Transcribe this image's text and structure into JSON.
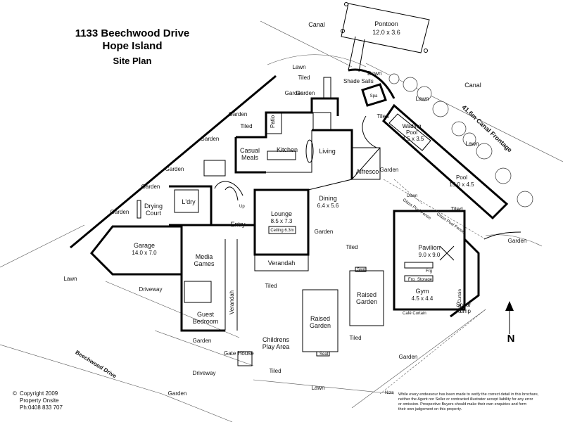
{
  "title": {
    "address": "1133 Beechwood Drive",
    "suburb": "Hope Island",
    "plan_name": "Site Plan"
  },
  "rooms": {
    "pontoon": "Pontoon",
    "pontoon_dim": "12.0 x 3.6",
    "spa": "Spa",
    "shade_sails": "Shade Sails",
    "down_top": "Down",
    "patio": "Patio",
    "casual_meals_1": "Casual",
    "casual_meals_2": "Meals",
    "kitchen": "Kitchen",
    "living": "Living",
    "alfresco": "Alfresco",
    "wading_pool": "Wading",
    "wading_pool_2": "Pool",
    "wading_pool_dim": "4.5 x 3.5",
    "pool": "Pool",
    "pool_dim": "15.0 x 4.5",
    "laundry": "L'dry",
    "drying_court_1": "Drying",
    "drying_court_2": "Court",
    "up": "Up",
    "lounge": "Lounge",
    "lounge_dim": "8.5 x 7.3",
    "ceiling": "Ceiling 6.3m",
    "dining": "Dining",
    "dining_dim": "6.4 x 5.6",
    "entry": "Entry",
    "garage": "Garage",
    "garage_dim": "14.0 x 7.0",
    "media_1": "Media",
    "media_2": "Games",
    "verandah_side": "Verandah",
    "verandah": "Verandah",
    "guest_1": "Guest",
    "guest_2": "Bedroom",
    "pavilion": "Pavilion",
    "pavilion_dim": "9.0 x 9.0",
    "frg": "Frg",
    "storage": "Storage",
    "frg2": "Frg",
    "gym": "Gym",
    "gym_dim": "4.5 x 4.4",
    "cafe_curtain_v": "Café Curtain",
    "cafe_curtain_h": "Café Curtain",
    "spear_pump_1": "Spear",
    "spear_pump_2": "Pump",
    "raised_garden_1a": "Raised",
    "raised_garden_1b": "Garden",
    "raised_garden_2a": "Raised",
    "raised_garden_2b": "Garden",
    "seat_1": "Seat",
    "seat_2": "Seat",
    "childrens_1": "Childrens",
    "childrens_2": "Play Area",
    "gate_house": "Gate House",
    "glass_pool_fence_1": "Glass Pool Fence",
    "glass_pool_fence_2": "Glass Pool Fence",
    "down_mid": "Down"
  },
  "surroundings": {
    "canal_top": "Canal",
    "canal_right": "Canal",
    "canal_frontage": "41.6m Canal Frontage",
    "lawn_top": "Lawn",
    "tiled_top": "Tiled",
    "garden_top": "Garden",
    "garden_spa": "Garden",
    "lawn_spa": "Lawn",
    "tiled_spa": "Tiled",
    "garden_l1": "Garden",
    "tiled_l1": "Tiled",
    "garden_l2": "Garden",
    "garden_l3": "Garden",
    "garden_l4": "Garden",
    "garden_l5": "Garden",
    "garden_alfresco": "Garden",
    "tiled_pool": "Tiled",
    "garden_right": "Garden",
    "garden_lounge": "Garden",
    "tiled_center": "Tiled",
    "tiled_verandah": "Tiled",
    "lawn_left": "Lawn",
    "driveway_1": "Driveway",
    "driveway_2": "Driveway",
    "street": "Beechwood Drive",
    "garden_gate": "Garden",
    "garden_bottom_left": "Garden",
    "tiled_bottom": "Tiled",
    "tiled_raised": "Tiled",
    "garden_bottom_right": "Garden",
    "lawn_bottom": "Lawn",
    "lawn_right": "Lawn",
    "north": "N"
  },
  "footer": {
    "copyright": "Copyright 2009",
    "company": "Property Onsite",
    "phone": "Ph:0408 833 707",
    "note_label": "Note",
    "note_1": "While every endeavour has been made to verify the correct detail in this brochure,",
    "note_2": "neither the Agent nor Seller or contracted illustrator accept liability for any error",
    "note_3": "or omission. Prospective Buyers should make their own enquiries and form",
    "note_4": "their own judgement on this property."
  }
}
